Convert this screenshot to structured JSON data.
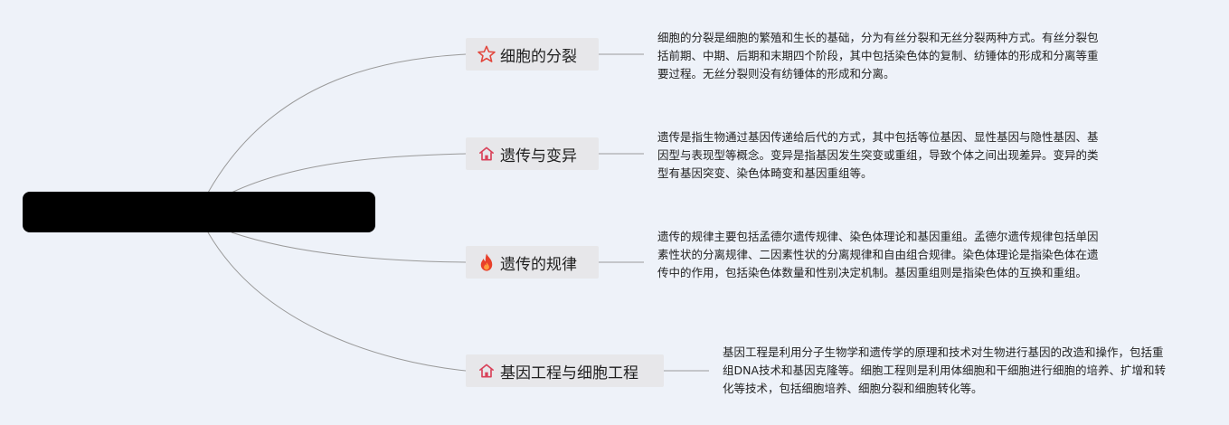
{
  "branches": [
    {
      "title": "细胞的分裂",
      "icon": "star-outline-icon",
      "description": "细胞的分裂是细胞的繁殖和生长的基础，分为有丝分裂和无丝分裂两种方式。有丝分裂包括前期、中期、后期和末期四个阶段，其中包括染色体的复制、纺锤体的形成和分离等重要过程。无丝分裂则没有纺锤体的形成和分离。"
    },
    {
      "title": "遗传与变异",
      "icon": "home-icon",
      "description": "遗传是指生物通过基因传递给后代的方式，其中包括等位基因、显性基因与隐性基因、基因型与表现型等概念。变异是指基因发生突变或重组，导致个体之间出现差异。变异的类型有基因突变、染色体畸变和基因重组等。"
    },
    {
      "title": "遗传的规律",
      "icon": "flame-icon",
      "description": "遗传的规律主要包括孟德尔遗传规律、染色体理论和基因重组。孟德尔遗传规律包括单因素性状的分离规律、二因素性状的分离规律和自由组合规律。染色体理论是指染色体在遗传中的作用，包括染色体数量和性别决定机制。基因重组则是指染色体的互换和重组。"
    },
    {
      "title": "基因工程与细胞工程",
      "icon": "home-icon",
      "description": "基因工程是利用分子生物学和遗传学的原理和技术对生物进行基因的改造和操作，包括重组DNA技术和基因克隆等。细胞工程则是利用体细胞和干细胞进行细胞的培养、扩增和转化等技术，包括细胞培养、细胞分裂和细胞转化等。"
    }
  ]
}
